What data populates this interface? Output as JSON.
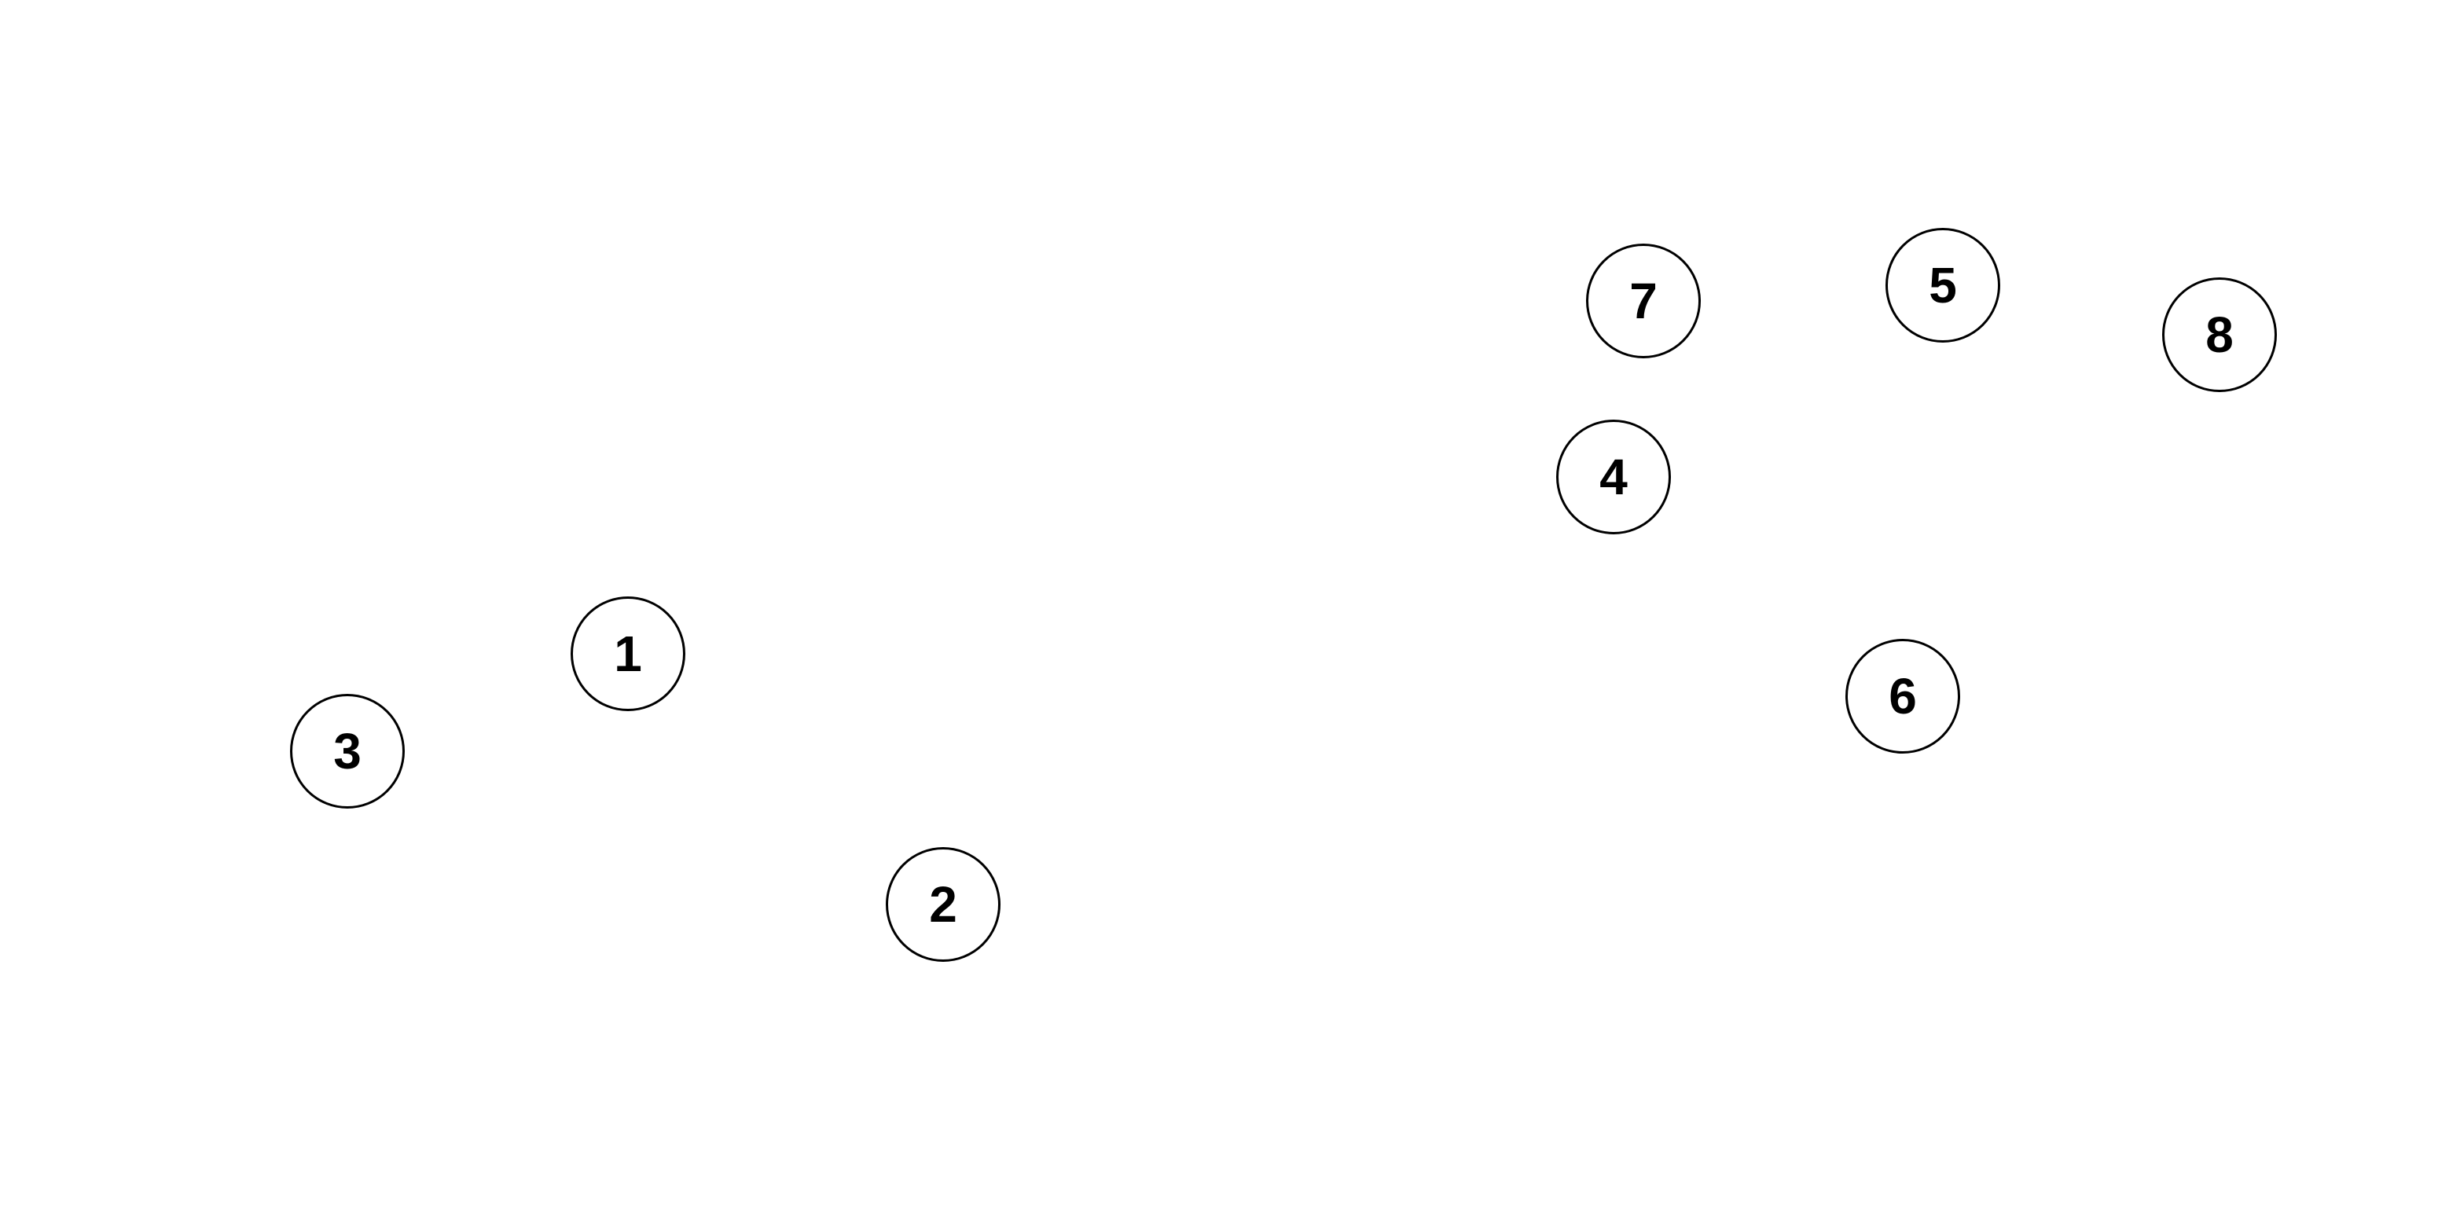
{
  "nodes": [
    {
      "label": "1"
    },
    {
      "label": "2"
    },
    {
      "label": "3"
    },
    {
      "label": "4"
    },
    {
      "label": "5"
    },
    {
      "label": "6"
    },
    {
      "label": "7"
    },
    {
      "label": "8"
    }
  ],
  "colors": {
    "background": "#ffffff",
    "stroke": "#000000",
    "text": "#000000"
  }
}
